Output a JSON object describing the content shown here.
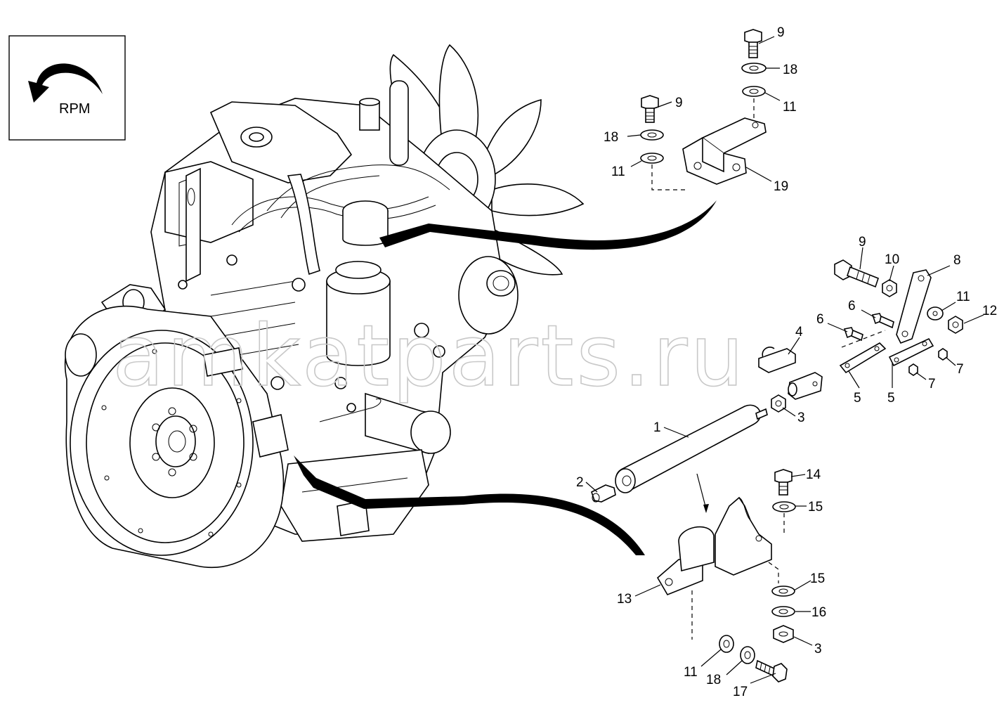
{
  "rpm_box": {
    "label": "RPM"
  },
  "watermark": "amkatparts.ru",
  "callouts": [
    "9",
    "18",
    "11",
    "9",
    "18",
    "11",
    "19",
    "9",
    "10",
    "8",
    "6",
    "6",
    "4",
    "11",
    "12",
    "7",
    "7",
    "5",
    "5",
    "3",
    "1",
    "2",
    "14",
    "15",
    "15",
    "16",
    "3",
    "13",
    "11",
    "18",
    "17"
  ]
}
